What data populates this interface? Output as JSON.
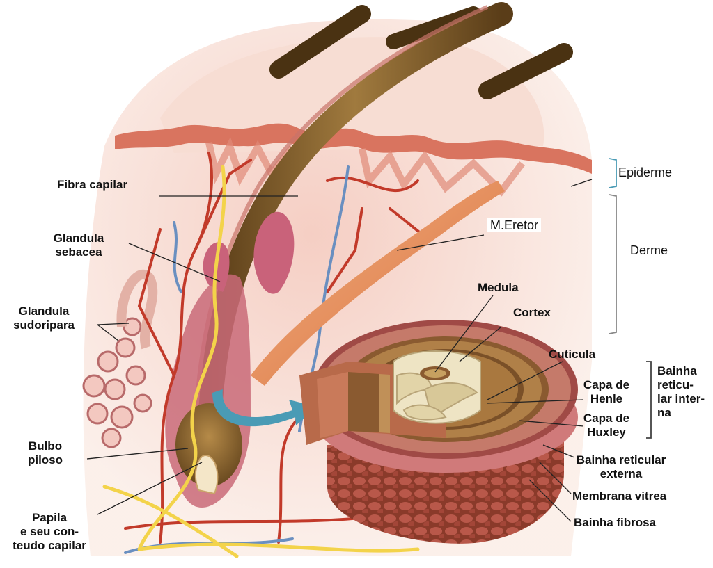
{
  "labels": {
    "fibra_capilar": "Fibra capilar",
    "glandula_sebacea": [
      "Glandula",
      "sebacea"
    ],
    "glandula_sudoripara": [
      "Glandula",
      "sudoripara"
    ],
    "bulbo_piloso": [
      "Bulbo",
      "piloso"
    ],
    "papila": [
      "Papila",
      "e seu con-",
      "teudo capilar"
    ],
    "epiderme": "Epiderme",
    "derme": "Derme",
    "m_eretor": "M.Eretor",
    "medula": "Medula",
    "cortex": "Cortex",
    "cuticula": "Cuticula",
    "capa_de_henle": [
      "Capa de",
      "Henle"
    ],
    "capa_de_huxley": [
      "Capa de",
      "Huxley"
    ],
    "bainha_reticular_interna": [
      "Bainha",
      "reticu-",
      "lar inter-",
      "na"
    ],
    "bainha_reticular_externa": [
      "Bainha reticular",
      "externa"
    ],
    "membrana_vitrea": "Membrana vitrea",
    "bainha_fibrosa": "Bainha fibrosa"
  },
  "colors": {
    "skin_light": "#f6d9cf",
    "skin_pink": "#e79a9a",
    "epidermis": "#d9745f",
    "hair": "#7a5a2a",
    "vessel_red": "#c23a2a",
    "vessel_blue": "#6a8fc0",
    "nerve_yellow": "#f3d34a",
    "arrow_teal": "#4a9bb5"
  }
}
